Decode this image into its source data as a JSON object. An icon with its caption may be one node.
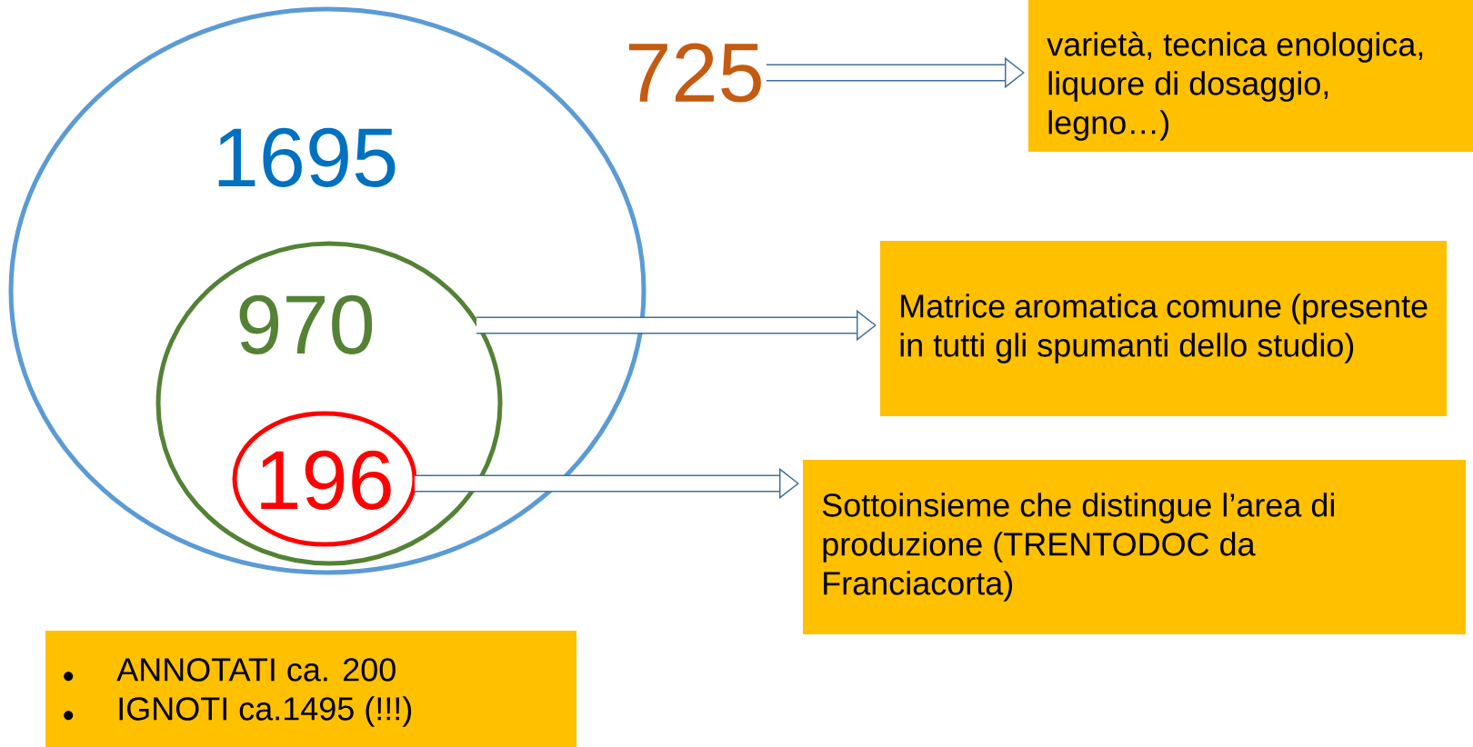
{
  "diagram": {
    "nodes": [
      {
        "text": [
          "1695"
        ]
      },
      {
        "text": [
          "970"
        ],
        "in": 0
      },
      {
        "text": [
          "196"
        ],
        "in": 1
      },
      {
        "text": [
          "725"
        ]
      },
      {
        "text": [
          "varietà, tecnica enologica, liquore di dosaggio, legno…)"
        ]
      },
      {
        "text": [
          "Matrice aromatica comune (presente in tutti gli spumanti dello studio)"
        ]
      },
      {
        "text": [
          "Sottoinsieme che distingue l’area di produzione (TRENTODOC da Franciacorta)"
        ]
      },
      {
        "text": [
          "ANNOTATI ca. 200",
          "IGNOTI ca.1495 (!!!)"
        ]
      }
    ],
    "edges": [
      {
        "from": 3,
        "to": 4,
        "arrow": "to"
      },
      {
        "from": 1,
        "to": 5,
        "arrow": "to"
      },
      {
        "from": 2,
        "to": 6,
        "arrow": "to"
      }
    ]
  }
}
